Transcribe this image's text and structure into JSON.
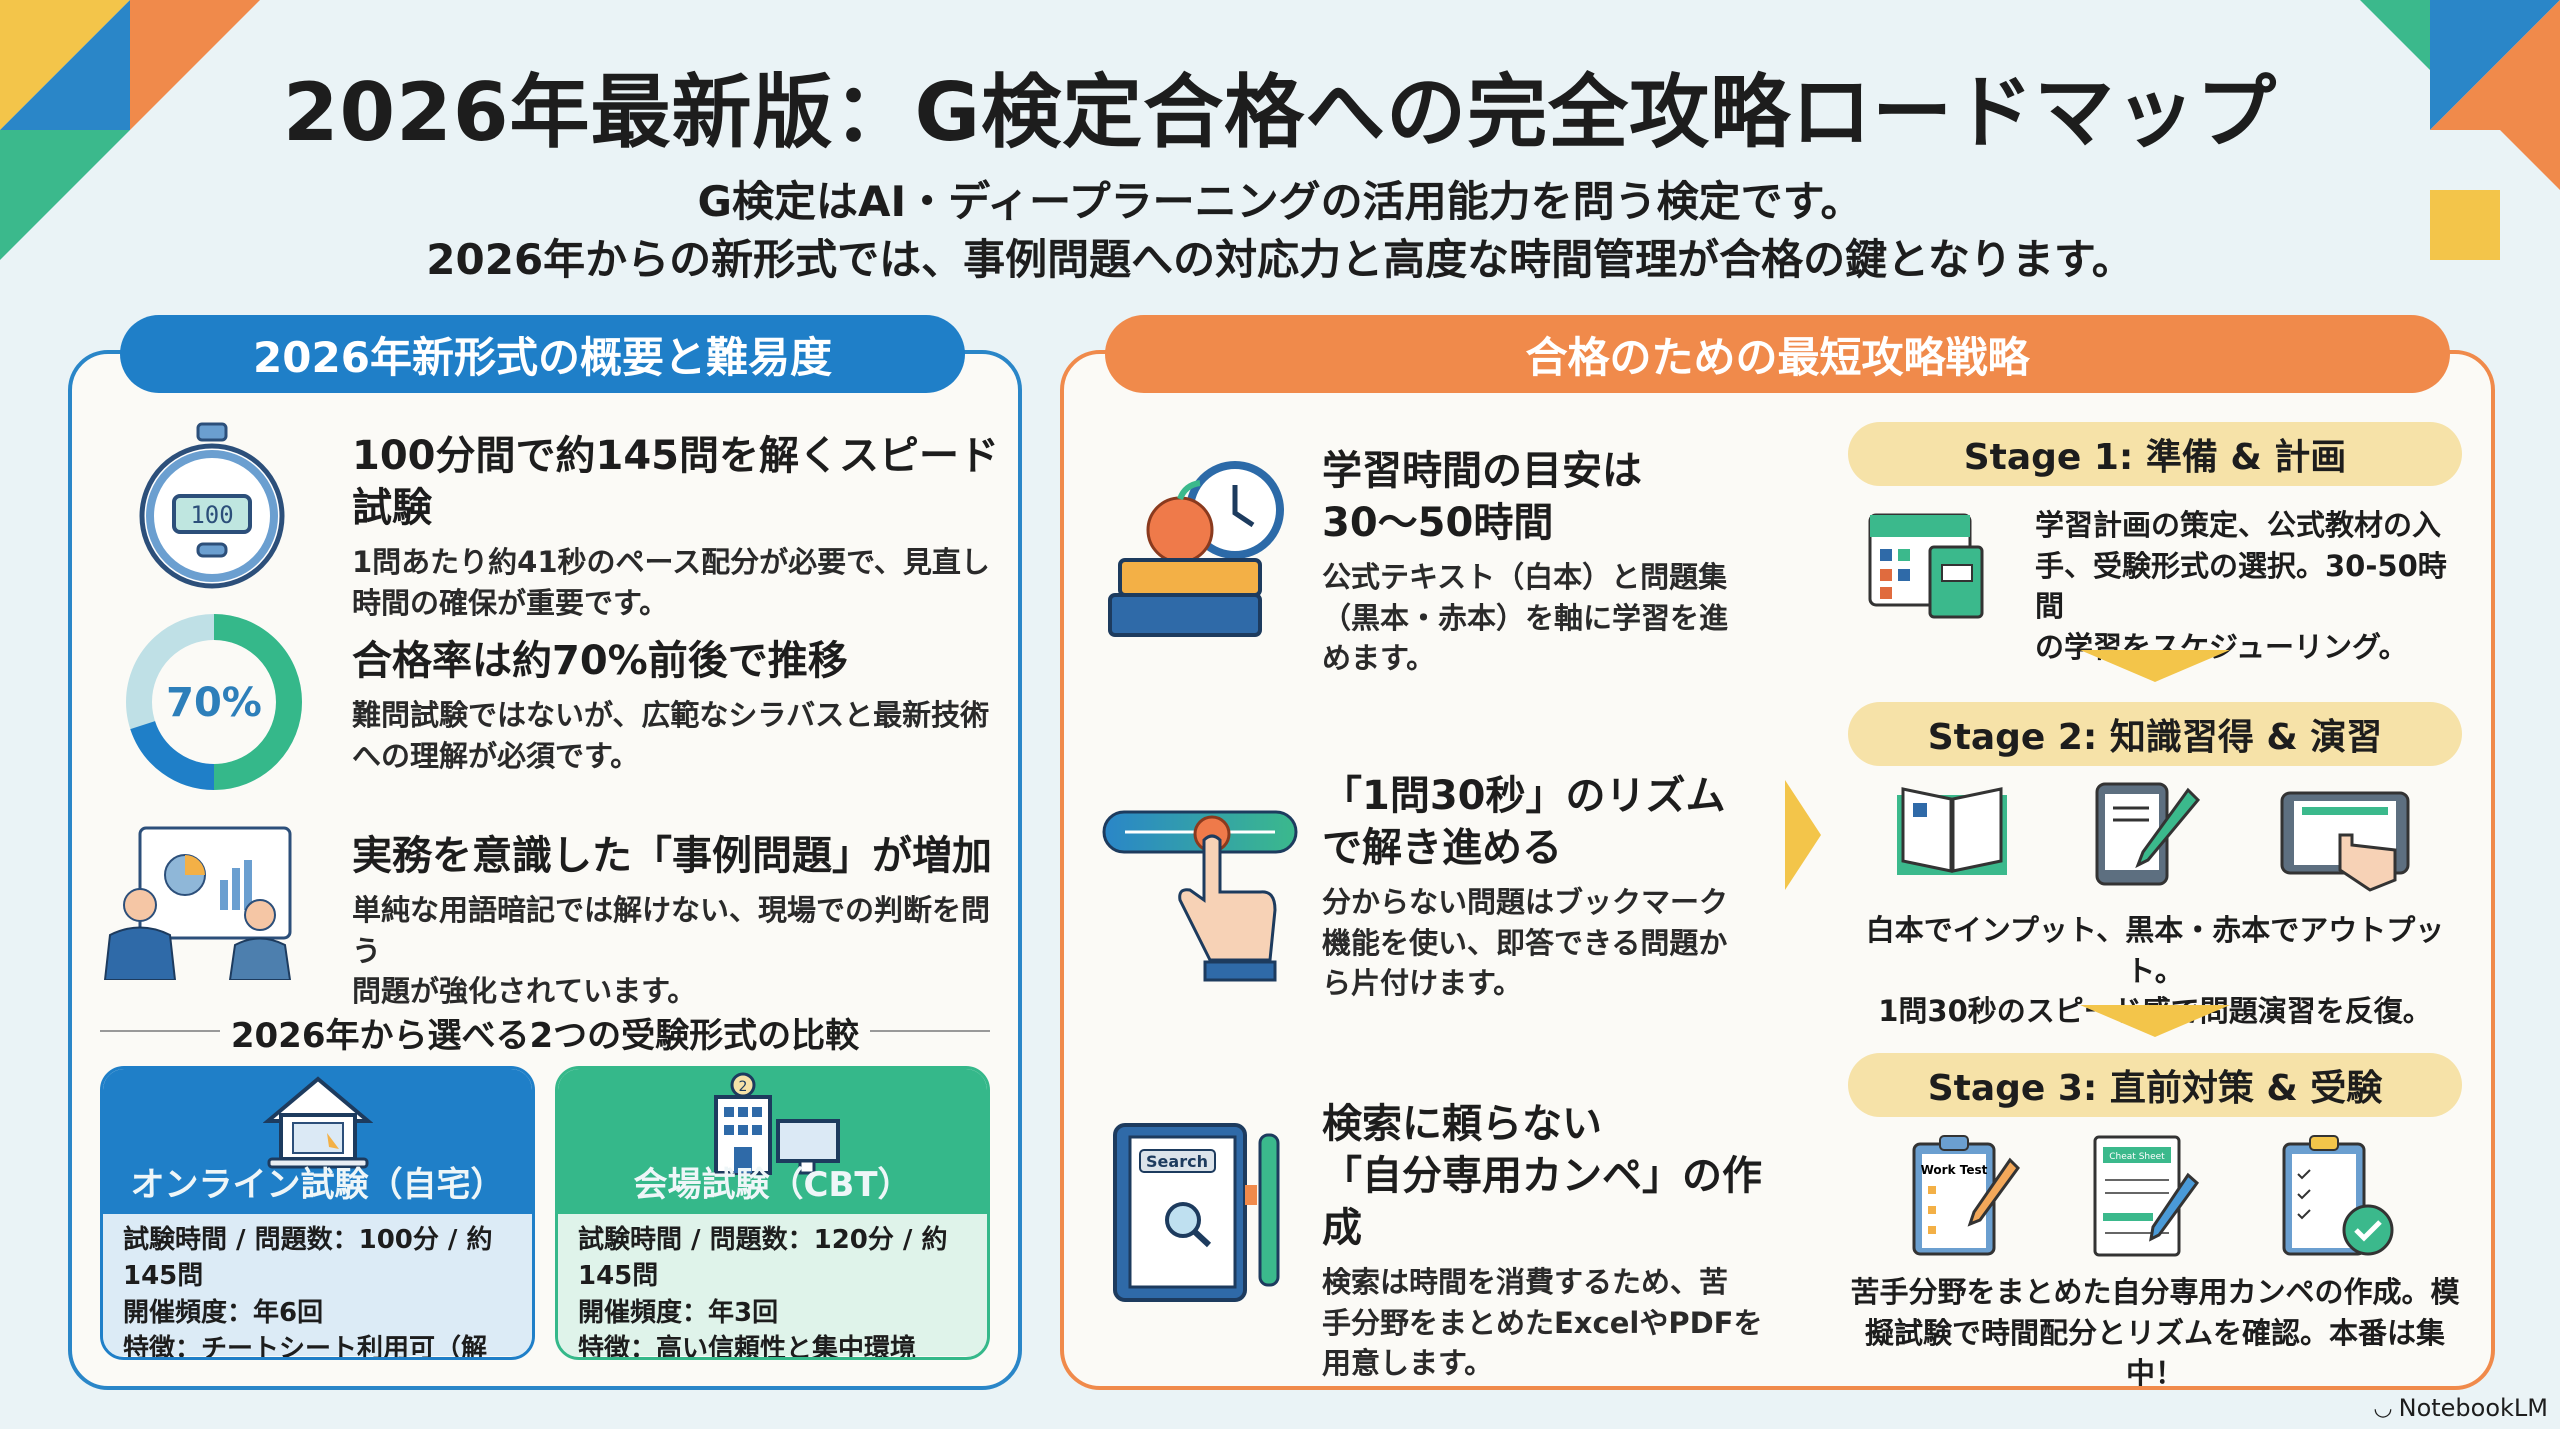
{
  "header": {
    "title": "2026年最新版：G検定合格への完全攻略ロードマップ",
    "subtitle_1": "G検定はAI・ディープラーニングの活用能力を問う検定です。",
    "subtitle_2": "2026年からの新形式では、事例問題への対応力と高度な時間管理が合格の鍵となります。"
  },
  "left": {
    "header": "2026年新形式の概要と難易度",
    "items": [
      {
        "title": "100分間で約145問を解くスピード試験",
        "body_1": "1問あたり約41秒のペース配分が必要で、見直し",
        "body_2": "時間の確保が重要です。",
        "icon": "stopwatch-icon",
        "icon_text": "100"
      },
      {
        "title": "合格率は約70%前後で推移",
        "body_1": "難問試験ではないが、広範なシラバスと最新技術",
        "body_2": "への理解が必須です。",
        "icon": "donut-icon",
        "icon_text": "70%",
        "pass_rate": 0.7
      },
      {
        "title": "実務を意識した「事例問題」が増加",
        "body_1": "単純な用語暗記では解けない、現場での判断を問う",
        "body_2": "問題が強化されています。",
        "icon": "business-meeting-icon"
      }
    ],
    "comparison_title": "2026年から選べる2つの受験形式の比較",
    "cards": [
      {
        "title": "オンライン試験（自宅）",
        "lines": [
          "試験時間 / 問題数：100分 / 約145問",
          "開催頻度：年6回",
          "特徴：チートシート利用可（解説）"
        ],
        "icon": "home-laptop-icon"
      },
      {
        "title": "会場試験（CBT）",
        "lines": [
          "試験時間 / 問題数：120分 / 約145問",
          "開催頻度：年3回",
          "特徴：高い信頼性と集中環境"
        ],
        "icon": "building-computer-icon",
        "badge": "2"
      }
    ]
  },
  "right": {
    "header": "合格のための最短攻略戦略",
    "items": [
      {
        "title_1": "学習時間の目安は",
        "title_2": "30〜50時間",
        "body_1": "公式テキスト（白本）と問題集",
        "body_2": "（黒本・赤本）を軸に学習を進",
        "body_3": "めます。",
        "icon": "books-clock-icon"
      },
      {
        "title_1": "「1問30秒」のリズム",
        "title_2": "で解き進める",
        "body_1": "分からない問題はブックマーク",
        "body_2": "機能を使い、即答できる問題か",
        "body_3": "ら片付けます。",
        "icon": "slider-hand-icon"
      },
      {
        "title_1": "検索に頼らない",
        "title_2": "「自分専用カンペ」の作成",
        "body_1": "検索は時間を消費するため、苦",
        "body_2": "手分野をまとめたExcelやPDFを",
        "body_3": "用意します。",
        "icon": "search-notebook-icon",
        "icon_text": "Search"
      }
    ],
    "stages": [
      {
        "title": "Stage 1: 準備 & 計画",
        "text_1": "学習計画の策定、公式教材の入",
        "text_2": "手、受験形式の選択。30-50時間",
        "text_3": "の学習をスケジューリング。"
      },
      {
        "title": "Stage 2: 知識習得 & 演習",
        "text_1": "白本でインプット、黒本・赤本でアウトプット。",
        "text_2": "1問30秒のスピード感で問題演習を反復。"
      },
      {
        "title": "Stage 3: 直前対策 & 受験",
        "text_1": "苦手分野をまとめた自分専用カンペの作成。模",
        "text_2": "擬試験で時間配分とリズムを確認。本番は集中！",
        "icon_labels": [
          "Work Test",
          "Cheat Sheet"
        ]
      }
    ]
  },
  "footer": {
    "brand": "NotebookLM"
  },
  "colors": {
    "blue": "#1f7fc8",
    "orange": "#f08a4b",
    "green": "#35b88a",
    "yellow": "#f3c54a"
  }
}
